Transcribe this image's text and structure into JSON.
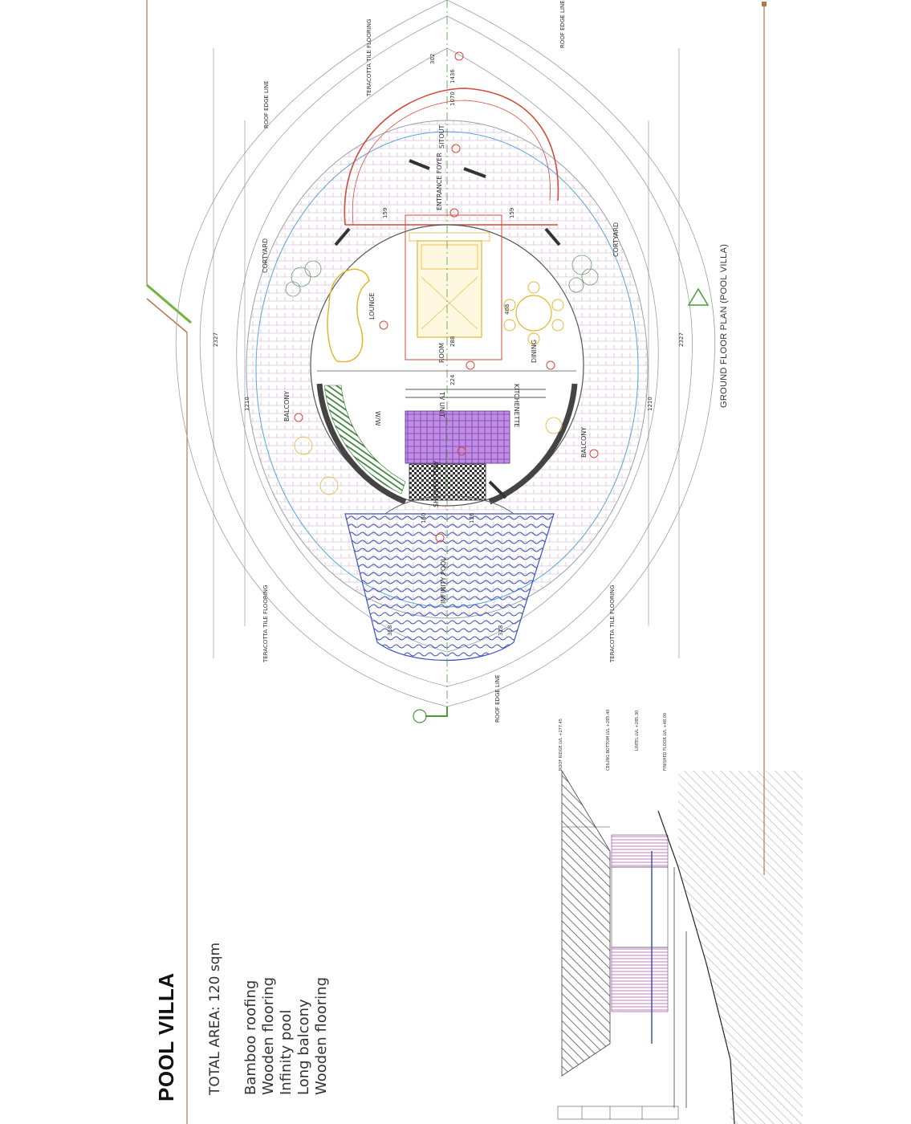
{
  "sheet": {
    "title": "POOL VILLA",
    "total_area": "TOTAL AREA: 120 sqm",
    "features": [
      "Bamboo roofing",
      "Wooden flooring",
      "Infinity pool",
      "Long balcony",
      "Wooden flooring"
    ]
  },
  "plan": {
    "caption": "GROUND FLOOR PLAN (POOL VILLA)",
    "rooms": {
      "entrance_foyer": "ENTRANCE FOYER",
      "sitout": "SITOUT",
      "lounge": "LOUNGE",
      "room": "ROOM",
      "dining": "DINING",
      "tv_unit": "TV UNIT",
      "kitchenette": "KITCHENETTE",
      "ww": "W/W",
      "shower_tray": "SHOWER TRAY",
      "infinity_pool": "INFINITY POOL",
      "balcony_top": "BALCONY",
      "balcony_bottom": "BALCONY",
      "cortyard_top": "CORTYARD",
      "cortyard_bottom": "CORTYARD"
    },
    "callouts": {
      "roof_edge_top": "ROOF EDGE LINE",
      "roof_edge_right": "ROOF EDGE LINE",
      "roof_edge_bottom": "ROOF EDGE LINE",
      "teracotta_top": "TERACOTTA TILE FLOORING",
      "teracotta_left": "TERACOTTA TILE FLOORING",
      "teracotta_bottom": "TERACOTTA TILE FLOORING"
    },
    "dimensions": {
      "overall_top": "2327",
      "overall_bottom": "2327",
      "d1210_top": "1210",
      "d1210_bottom": "1210",
      "d302": "302",
      "d1436": "1436",
      "d1070": "1070",
      "d159a": "159",
      "d159b": "159",
      "d408": "408",
      "d288": "288",
      "d224": "224",
      "d318a": "318",
      "d318b": "318",
      "d126": "126",
      "d130": "130"
    },
    "section_labels": {
      "roof_level": "ROOF RIDGE LVL +277.45",
      "ceiling": "CEILING BOTTOM LVL +285.40",
      "lintel": "LINTEL LVL +285.30",
      "floor": "FINISHED FLOOR LVL +48.00"
    }
  },
  "colors": {
    "wall": "#d44a3a",
    "outline": "#9aa0a8",
    "accent_green": "#4a9a3a",
    "purple": "#8a4fc4",
    "blue": "#3b55b6",
    "furniture": "#e3b830",
    "frame_line": "#b07850"
  }
}
